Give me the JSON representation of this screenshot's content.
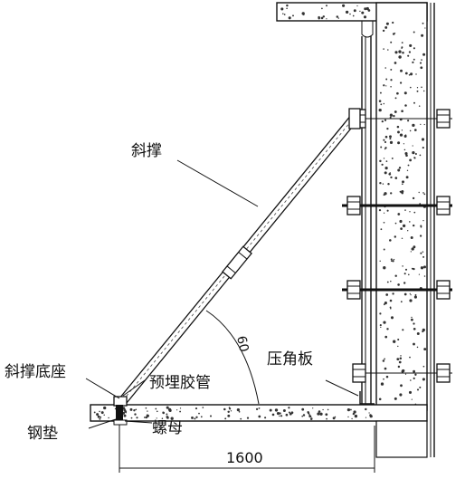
{
  "labels": {
    "diagonal_brace": "斜撑",
    "brace_base": "斜撑底座",
    "embedded_sleeve": "预埋胶管",
    "corner_plate": "压角板",
    "steel_shim": "钢垫",
    "nut": "螺母"
  },
  "dimension": {
    "base_length": "1600"
  },
  "angle": {
    "value": "60"
  },
  "colors": {
    "line": "#111111",
    "concrete_dot": "#333333",
    "background": "#ffffff"
  }
}
